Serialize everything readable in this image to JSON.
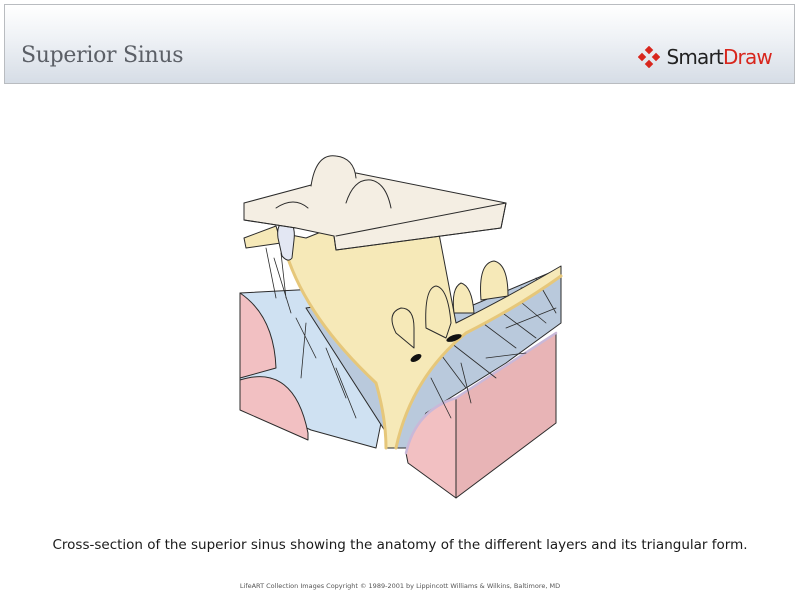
{
  "header": {
    "title": "Superior Sinus",
    "logo": {
      "icon": "smartdraw-diamond-icon",
      "text_part1": "Smart",
      "text_part2": "Draw",
      "colors": {
        "mark": "#d8261d",
        "smart": "#222222",
        "draw": "#d8261d"
      }
    }
  },
  "illustration": {
    "description": "Cross-section of the superior sagittal sinus",
    "colors": {
      "bone": "#f4eee3",
      "dura": "#f6e9b8",
      "arachnoid": "#b9c9dc",
      "arachnoid_light": "#cfe1f2",
      "cortex": "#f2c0c2",
      "outline": "#2b2b2b"
    }
  },
  "caption": "Cross-section of the superior sinus showing the anatomy of the different layers and its triangular form.",
  "copyright": "LifeART Collection Images Copyright © 1989-2001 by Lippincott Williams & Wilkins, Baltimore, MD"
}
